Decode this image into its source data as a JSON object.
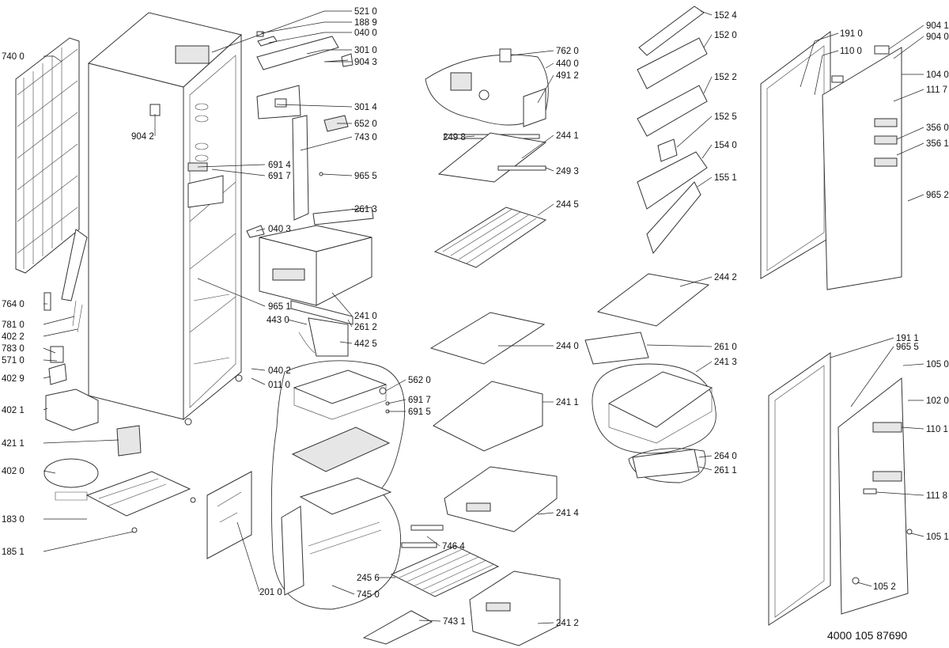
{
  "document_number": "4000 105 87690",
  "labels": [
    {
      "text": "521 0"
    },
    {
      "text": "188 9"
    },
    {
      "text": "040 0"
    },
    {
      "text": "301 0"
    },
    {
      "text": "904 3"
    },
    {
      "text": "740 0"
    },
    {
      "text": "904 2"
    },
    {
      "text": "301 4"
    },
    {
      "text": "652 0"
    },
    {
      "text": "743 0"
    },
    {
      "text": "691 4"
    },
    {
      "text": "691 7"
    },
    {
      "text": "965 5"
    },
    {
      "text": "261 3"
    },
    {
      "text": "040 3"
    },
    {
      "text": "764 0"
    },
    {
      "text": "965 1"
    },
    {
      "text": "781 0"
    },
    {
      "text": "402 2"
    },
    {
      "text": "443 0"
    },
    {
      "text": "241 0"
    },
    {
      "text": "261 2"
    },
    {
      "text": "783 0"
    },
    {
      "text": "442 5"
    },
    {
      "text": "571 0"
    },
    {
      "text": "040 2"
    },
    {
      "text": "402 9"
    },
    {
      "text": "011 0"
    },
    {
      "text": "402 1"
    },
    {
      "text": "421 1"
    },
    {
      "text": "402 0"
    },
    {
      "text": "183 0"
    },
    {
      "text": "185 1"
    },
    {
      "text": "201 0"
    },
    {
      "text": "562 0"
    },
    {
      "text": "691 7"
    },
    {
      "text": "691 5"
    },
    {
      "text": "746 4"
    },
    {
      "text": "245 6"
    },
    {
      "text": "745 0"
    },
    {
      "text": "743 1"
    },
    {
      "text": "762 0"
    },
    {
      "text": "440 0"
    },
    {
      "text": "491 2"
    },
    {
      "text": "249 8"
    },
    {
      "text": "244 1"
    },
    {
      "text": "249 3"
    },
    {
      "text": "244 5"
    },
    {
      "text": "244 0"
    },
    {
      "text": "241 1"
    },
    {
      "text": "241 4"
    },
    {
      "text": "241 2"
    },
    {
      "text": "152 4"
    },
    {
      "text": "152 0"
    },
    {
      "text": "152 2"
    },
    {
      "text": "152 5"
    },
    {
      "text": "154 0"
    },
    {
      "text": "155 1"
    },
    {
      "text": "244 2"
    },
    {
      "text": "261 0"
    },
    {
      "text": "241 3"
    },
    {
      "text": "264 0"
    },
    {
      "text": "261 1"
    },
    {
      "text": "191 0"
    },
    {
      "text": "110 0"
    },
    {
      "text": "904 1"
    },
    {
      "text": "904 0"
    },
    {
      "text": "104 0"
    },
    {
      "text": "111 7"
    },
    {
      "text": "356 0"
    },
    {
      "text": "356 1"
    },
    {
      "text": "965 2"
    },
    {
      "text": "191 1"
    },
    {
      "text": "965 5"
    },
    {
      "text": "105 0"
    },
    {
      "text": "102 0"
    },
    {
      "text": "110 1"
    },
    {
      "text": "111 8"
    },
    {
      "text": "105 1"
    },
    {
      "text": "105 2"
    }
  ]
}
